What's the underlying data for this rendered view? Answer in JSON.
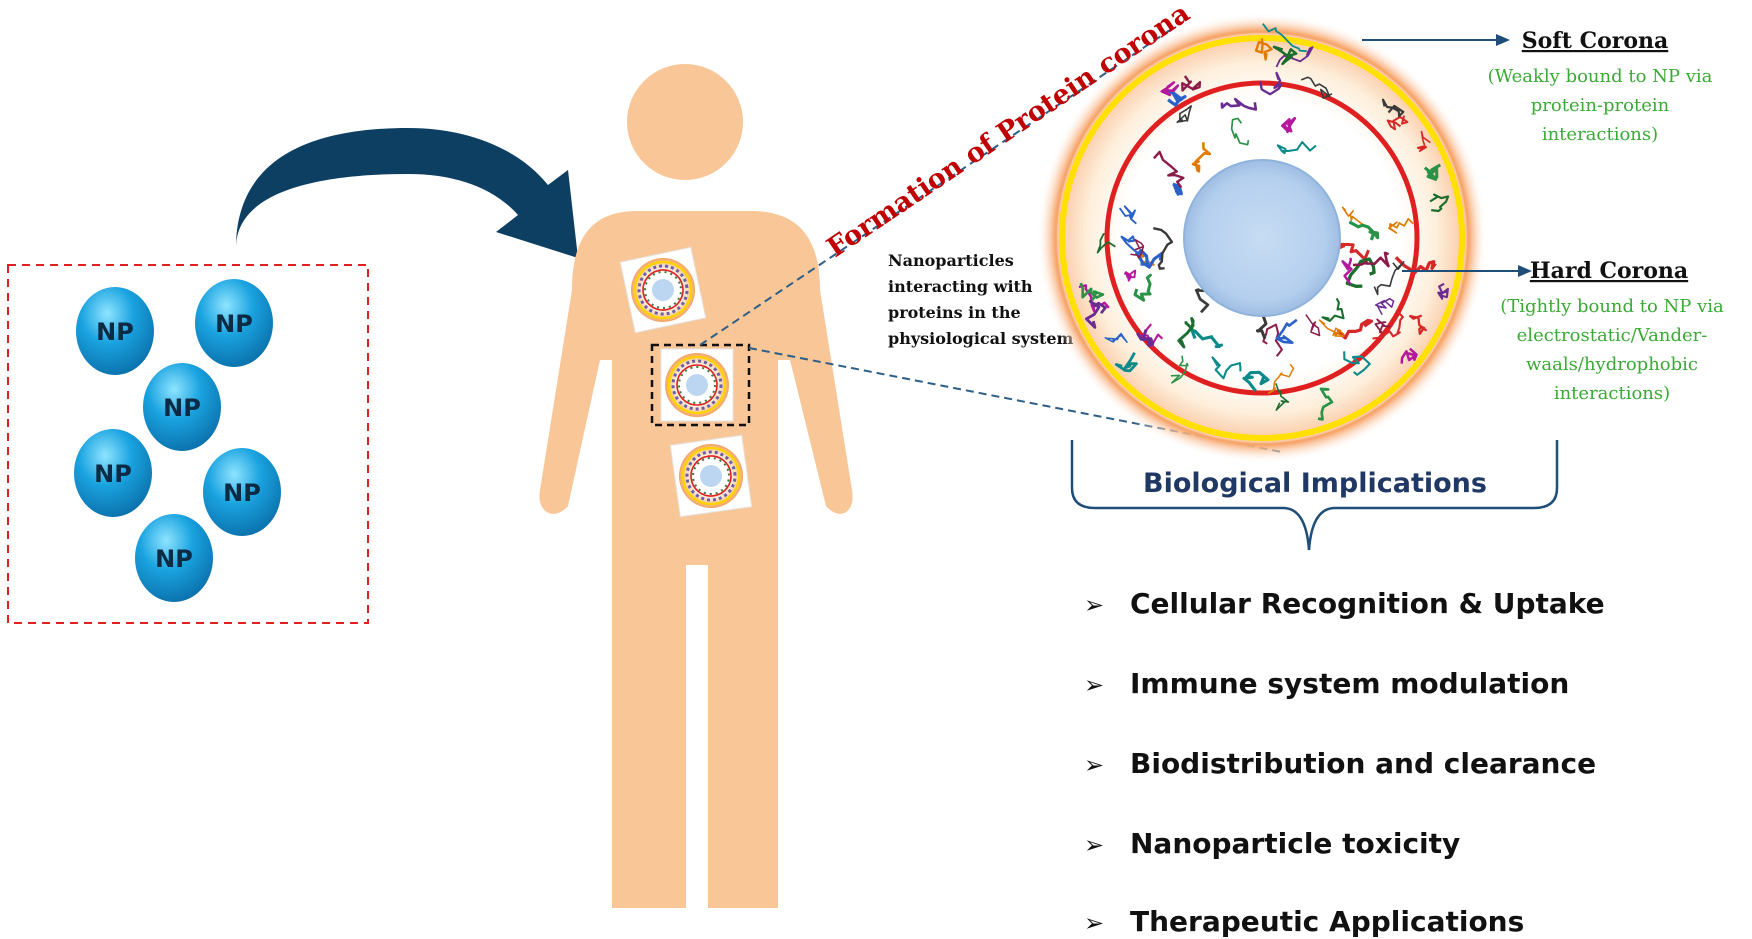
{
  "nanoparticles": {
    "labels": [
      "NP",
      "NP",
      "NP",
      "NP",
      "NP",
      "NP"
    ]
  },
  "formation_label": "Formation of Protein corona",
  "interaction_note": [
    "Nanoparticles",
    "interacting with",
    "proteins in the",
    "physiological system"
  ],
  "soft_corona": {
    "title": "Soft Corona",
    "description": [
      "(Weakly bound to NP via",
      "protein-protein",
      "interactions)"
    ]
  },
  "hard_corona": {
    "title": "Hard Corona",
    "description": [
      "(Tightly bound to NP via",
      "electrostatic/Vander-",
      "waals/hydrophobic",
      "interactions)"
    ]
  },
  "biological_implications": {
    "title": "Biological Implications",
    "bullet_icon": "arrowhead-bullet-icon",
    "items": [
      "Cellular Recognition & Uptake",
      "Immune system modulation",
      "Biodistribution and clearance",
      "Nanoparticle toxicity",
      "Therapeutic Applications"
    ]
  },
  "colors": {
    "np_blue": "#1aa3e0",
    "body_peach": "#f9c698",
    "arrow_navy": "#0d3f63",
    "formation_red": "#c00000",
    "description_green": "#3aaa35",
    "implications_navy": "#203864",
    "dashed_red": "#e02020",
    "corona_yellow": "#ffe000",
    "corona_red": "#e02020"
  }
}
